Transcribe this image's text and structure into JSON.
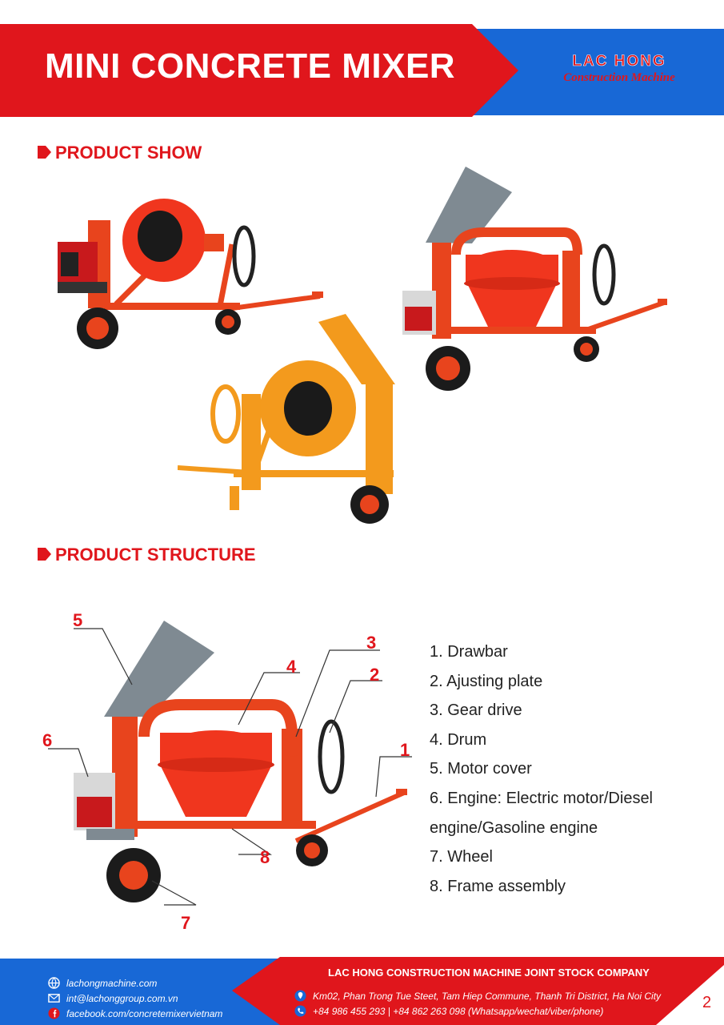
{
  "header": {
    "title": "MINI CONCRETE MIXER",
    "logo_main": "LAC HONG",
    "logo_sub": "Construction Machine"
  },
  "sections": {
    "show": "PRODUCT SHOW",
    "structure": "PRODUCT STRUCTURE"
  },
  "structure_list": [
    "1. Drawbar",
    "2. Ajusting plate",
    "3. Gear drive",
    "4. Drum",
    "5. Motor cover",
    "6. Engine: Electric motor/Diesel",
    "engine/Gasoline engine",
    "7. Wheel",
    "8. Frame assembly"
  ],
  "callouts": [
    "1",
    "2",
    "3",
    "4",
    "5",
    "6",
    "7",
    "8"
  ],
  "footer": {
    "website": "lachongmachine.com",
    "email": "int@lachonggroup.com.vn",
    "facebook": "facebook.com/concretemixervietnam",
    "company": "LAC HONG CONSTRUCTION MACHINE JOINT STOCK COMPANY",
    "address": "Km02, Phan Trong Tue Steet, Tam Hiep Commune, Thanh Tri District, Ha Noi City",
    "phone": "+84 986 455 293 | +84 862 263 098 (Whatsapp/wechat/viber/phone)",
    "page_number": "2"
  },
  "colors": {
    "brand_red": "#e0161c",
    "brand_blue": "#1868d6",
    "mixer_red": "#f0361e",
    "mixer_orange": "#f39a1d",
    "cover_gray": "#7f8a92"
  },
  "icons": [
    "web-icon",
    "mail-icon",
    "facebook-icon",
    "location-icon",
    "phone-icon"
  ]
}
